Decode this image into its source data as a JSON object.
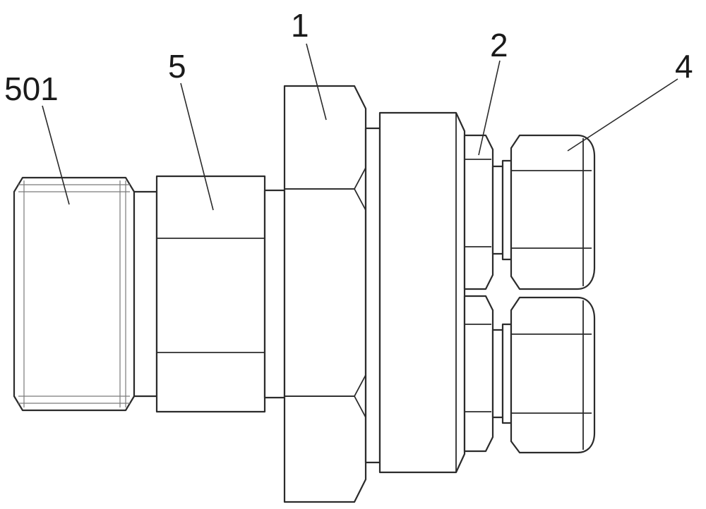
{
  "drawing": {
    "callouts": [
      {
        "id": "part-501",
        "label": "501"
      },
      {
        "id": "part-5",
        "label": "5"
      },
      {
        "id": "part-1",
        "label": "1"
      },
      {
        "id": "part-2",
        "label": "2"
      },
      {
        "id": "part-4",
        "label": "4"
      }
    ]
  }
}
